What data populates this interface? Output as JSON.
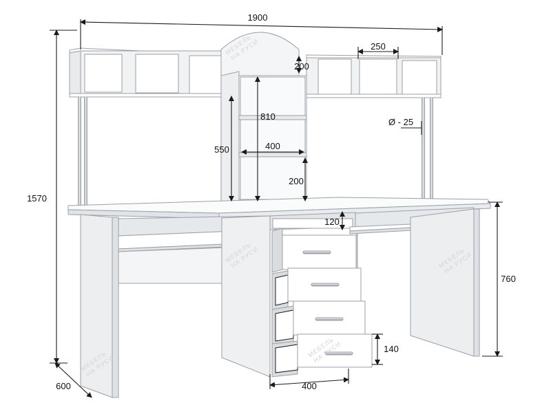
{
  "diagram": {
    "dimensions": {
      "total_width": "1900",
      "total_height": "1570",
      "depth": "600",
      "desk_height": "760",
      "shelf_cell_width": "250",
      "pipe_diameter": "Ø - 25",
      "top_cell_height": "200",
      "tower_height": "810",
      "tower_side_height": "550",
      "tower_inner_width": "400",
      "tower_bottom_cell_height": "200",
      "top_opening_height": "120",
      "drawer_height": "140",
      "pedestal_width": "400"
    },
    "watermark": {
      "line1": "МЕБЕЛЬ",
      "line2": "НА РУСИ"
    },
    "colors": {
      "line": "#1a1a1a",
      "panel": "#f4f5f6",
      "panel_shadow": "#e3e5e8",
      "edge": "#9aa0a6",
      "metal": "#b9bec4",
      "watermark": "#cfd6dc"
    }
  }
}
